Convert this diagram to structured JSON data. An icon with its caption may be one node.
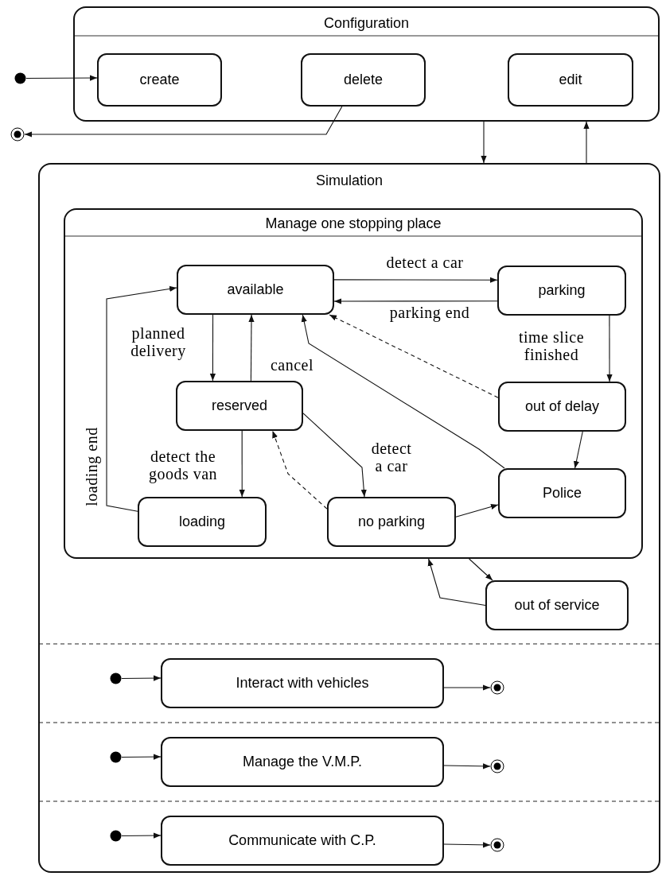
{
  "diagram": {
    "nodes": [
      {
        "text": [
          "Configuration"
        ]
      },
      {
        "text": [
          "create"
        ],
        "in": 0
      },
      {
        "text": [
          "delete"
        ],
        "in": 0
      },
      {
        "text": [
          "edit"
        ],
        "in": 0
      },
      {
        "text": [],
        "shape": "circle"
      },
      {
        "text": [],
        "shape": "bullseye"
      },
      {
        "text": [
          "Simulation"
        ]
      },
      {
        "text": [
          "Manage one stopping place"
        ],
        "in": 6
      },
      {
        "text": [
          "available"
        ],
        "in": 7
      },
      {
        "text": [
          "parking"
        ],
        "in": 7
      },
      {
        "text": [
          "reserved"
        ],
        "in": 7
      },
      {
        "text": [
          "out of delay"
        ],
        "in": 7
      },
      {
        "text": [
          "loading"
        ],
        "in": 7
      },
      {
        "text": [
          "no parking"
        ],
        "in": 7
      },
      {
        "text": [
          "Police"
        ],
        "in": 7
      },
      {
        "text": [
          "out of service"
        ],
        "in": 6
      },
      {
        "text": [],
        "shape": "circle",
        "in": 6
      },
      {
        "text": [
          "Interact with vehicles"
        ],
        "in": 6
      },
      {
        "text": [],
        "shape": "bullseye",
        "in": 6
      },
      {
        "text": [],
        "shape": "circle",
        "in": 6
      },
      {
        "text": [
          "Manage the V.M.P."
        ],
        "in": 6
      },
      {
        "text": [],
        "shape": "bullseye",
        "in": 6
      },
      {
        "text": [],
        "shape": "circle",
        "in": 6
      },
      {
        "text": [
          "Communicate with C.P."
        ],
        "in": 6
      },
      {
        "text": [],
        "shape": "bullseye",
        "in": 6
      }
    ],
    "edges": [
      {
        "from": 4,
        "to": 1,
        "arrow": "to"
      },
      {
        "from": 2,
        "to": 5,
        "arrow": "to"
      },
      {
        "from": 0,
        "to": 6,
        "arrow": "to"
      },
      {
        "from": 6,
        "to": 0,
        "arrow": "to"
      },
      {
        "from": 8,
        "to": 9,
        "arrow": "to",
        "label": "detect a car"
      },
      {
        "from": 9,
        "to": 8,
        "arrow": "to",
        "label": "parking end"
      },
      {
        "from": 8,
        "to": 10,
        "arrow": "to",
        "label": "planned delivery"
      },
      {
        "from": 10,
        "to": 8,
        "arrow": "to",
        "label": "cancel"
      },
      {
        "from": 9,
        "to": 11,
        "arrow": "to",
        "label": "time slice finished"
      },
      {
        "from": 11,
        "to": 8,
        "arrow": "to",
        "style": "dashed"
      },
      {
        "from": 10,
        "to": 13,
        "arrow": "to",
        "label": "detect a car"
      },
      {
        "from": 10,
        "to": 12,
        "arrow": "to",
        "label": "detect the goods van"
      },
      {
        "from": 12,
        "to": 8,
        "arrow": "to",
        "label": "loading end"
      },
      {
        "from": 13,
        "to": 10,
        "arrow": "to",
        "style": "dashed"
      },
      {
        "from": 13,
        "to": 14,
        "arrow": "to"
      },
      {
        "from": 11,
        "to": 14,
        "arrow": "to"
      },
      {
        "from": 14,
        "to": 8,
        "arrow": "to"
      },
      {
        "from": 7,
        "to": 15,
        "arrow": "to"
      },
      {
        "from": 15,
        "to": 7,
        "arrow": "to"
      },
      {
        "from": 16,
        "to": 17,
        "arrow": "to"
      },
      {
        "from": 17,
        "to": 18,
        "arrow": "to"
      },
      {
        "from": 19,
        "to": 20,
        "arrow": "to"
      },
      {
        "from": 20,
        "to": 21,
        "arrow": "to"
      },
      {
        "from": 22,
        "to": 23,
        "arrow": "to"
      },
      {
        "from": 23,
        "to": 24,
        "arrow": "to"
      }
    ]
  }
}
